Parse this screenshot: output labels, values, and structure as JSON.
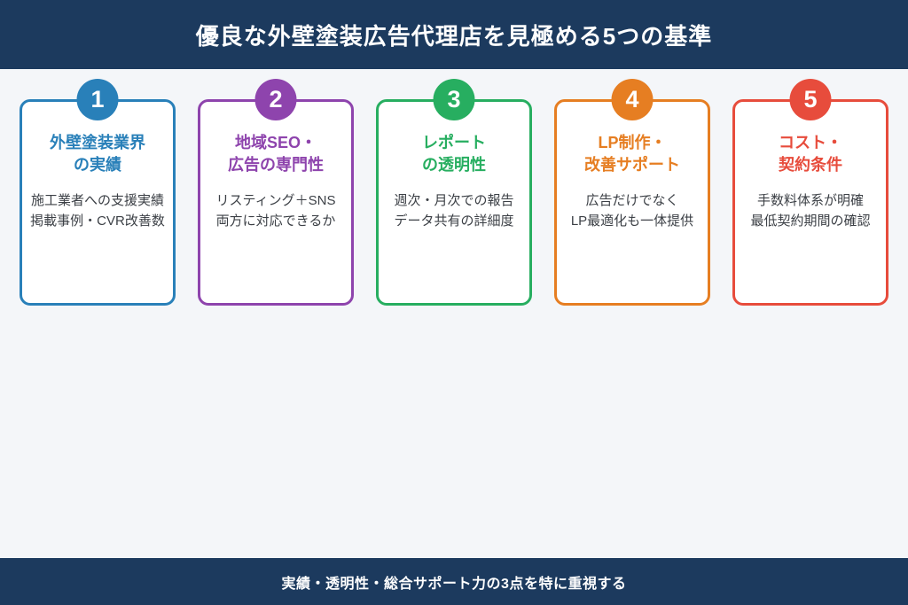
{
  "header": {
    "title": "優良な外壁塗装広告代理店を見極める5つの基準"
  },
  "colors": {
    "navy": "#1c3a5e",
    "background": "#f4f6f9",
    "card_blue": "#2980b9",
    "card_purple": "#8e44ad",
    "card_green": "#27ae60",
    "card_orange": "#e67e22",
    "card_red": "#e74c3c",
    "body_text": "#3c4046"
  },
  "cards": [
    {
      "number": "1",
      "accent": "#2980b9",
      "title_lines": [
        "外壁塗装業界",
        "の実績"
      ],
      "body_lines": [
        "施工業者への支援実績",
        "掲載事例・CVR改善数"
      ]
    },
    {
      "number": "2",
      "accent": "#8e44ad",
      "title_lines": [
        "地域SEO・",
        "広告の専門性"
      ],
      "body_lines": [
        "リスティング＋SNS",
        "両方に対応できるか"
      ]
    },
    {
      "number": "3",
      "accent": "#27ae60",
      "title_lines": [
        "レポート",
        "の透明性"
      ],
      "body_lines": [
        "週次・月次での報告",
        "データ共有の詳細度"
      ]
    },
    {
      "number": "4",
      "accent": "#e67e22",
      "title_lines": [
        "LP制作・",
        "改善サポート"
      ],
      "body_lines": [
        "広告だけでなく",
        "LP最適化も一体提供"
      ]
    },
    {
      "number": "5",
      "accent": "#e74c3c",
      "title_lines": [
        "コスト・",
        "契約条件"
      ],
      "body_lines": [
        "手数料体系が明確",
        "最低契約期間の確認"
      ]
    }
  ],
  "footer": {
    "text": "実績・透明性・総合サポート力の3点を特に重視する"
  }
}
